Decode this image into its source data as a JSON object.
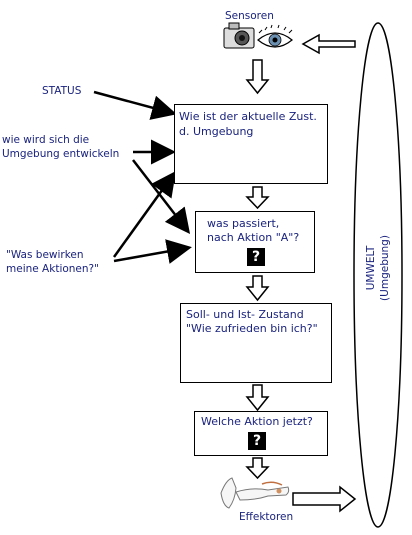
{
  "top_label": "Sensoren",
  "bottom_label": "Effektoren",
  "side_labels": {
    "status": "STATUS",
    "develop_line1": "wie wird sich die",
    "develop_line2": "Umgebung entwickeln",
    "effects_line1": "\"Was bewirken",
    "effects_line2": "meine Aktionen?\""
  },
  "boxes": {
    "state_line1": "Wie ist der aktuelle Zust.",
    "state_line2": "d. Umgebung",
    "action_line1": "was passiert,",
    "action_line2": "nach Aktion \"A\"?",
    "goal_line1": "Soll- und Ist- Zustand",
    "goal_line2": "\"Wie zufrieden bin ich?\"",
    "choose": "Welche Aktion jetzt?"
  },
  "question_mark": "?",
  "environment_line1": "UMWELT",
  "environment_line2": "(Umgebung)",
  "icons": [
    "camera-icon",
    "eye-icon",
    "globe-icon",
    "faces-icon",
    "hand-icon",
    "question-icon"
  ]
}
